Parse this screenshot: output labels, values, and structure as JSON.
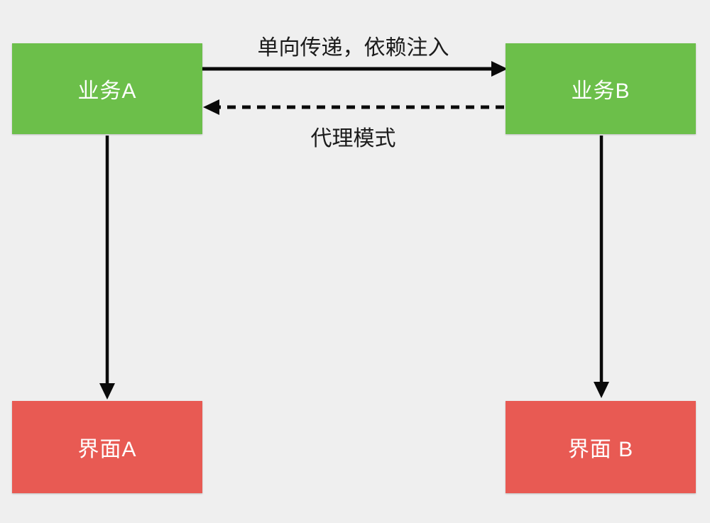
{
  "canvas": {
    "background_color": "#efefef"
  },
  "colors": {
    "business_box": "#6cbf4a",
    "interface_box": "#e85a53",
    "box_text": "#ffffff",
    "arrow": "#0a0a0a",
    "edge_label_text": "#1b1b1b"
  },
  "nodes": {
    "business_a": {
      "label": "业务A"
    },
    "business_b": {
      "label": "业务B"
    },
    "interface_a": {
      "label": "界面A"
    },
    "interface_b": {
      "label": "界面 B"
    }
  },
  "edges": {
    "business_a_to_business_b": {
      "label": "单向传递，依赖注入",
      "style": "solid",
      "direction": "right"
    },
    "business_b_to_business_a": {
      "label": "代理模式",
      "style": "dashed",
      "direction": "left"
    },
    "business_a_to_interface_a": {
      "style": "solid",
      "direction": "down"
    },
    "business_b_to_interface_b": {
      "style": "solid",
      "direction": "down"
    }
  }
}
